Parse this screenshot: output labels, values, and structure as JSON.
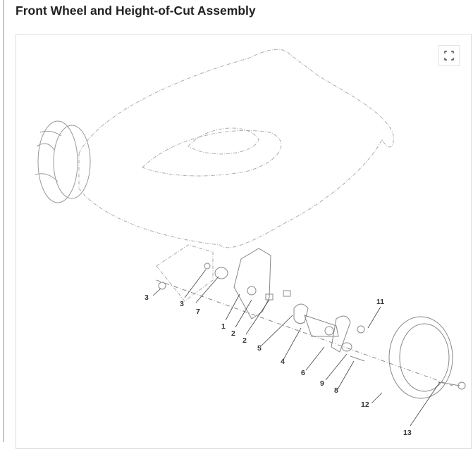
{
  "title": "Front Wheel and Height-of-Cut Assembly",
  "expand_button": {
    "icon": "expand-icon"
  },
  "callouts": [
    "3",
    "3",
    "7",
    "1",
    "2",
    "2",
    "5",
    "4",
    "6",
    "9",
    "8",
    "11",
    "12",
    "13"
  ]
}
